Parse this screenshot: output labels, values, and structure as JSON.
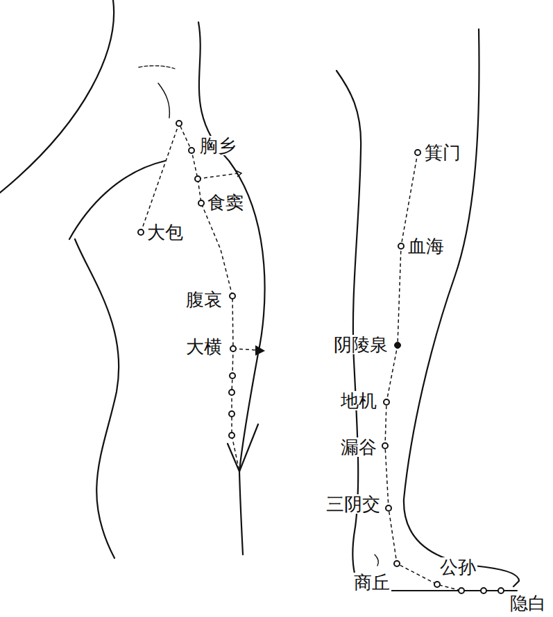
{
  "diagram": {
    "labels": [
      "胸乡",
      "食窦",
      "大包",
      "腹哀",
      "大横",
      "箕门",
      "血海",
      "阴陵泉",
      "地机",
      "漏谷",
      "三阴交",
      "商丘",
      "公孙",
      "隐白"
    ]
  }
}
